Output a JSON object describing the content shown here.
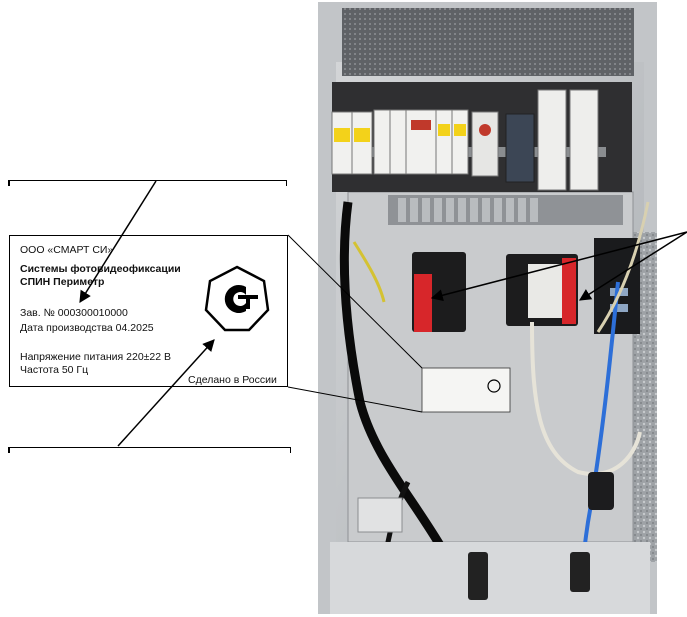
{
  "label": {
    "manufacturer": "ООО «СМАРТ СИ»",
    "system_line1": "Системы фотовидеофиксации",
    "system_line2": "СПИН Периметр",
    "serial": "Зав. № 000300010000",
    "production_date": "Дата производства 04.2025",
    "voltage": "Напряжение питания 220±22 В",
    "frequency": "Частота 50 Гц",
    "made_in": "Сделано в России",
    "mark_icon": "conformity-mark-ct"
  },
  "colors": {
    "cabinet_gray": "#b9bcbf",
    "breaker_yellow": "#f3d21a",
    "device_red": "#d7262a",
    "cable_blue": "#2d6fd8"
  }
}
